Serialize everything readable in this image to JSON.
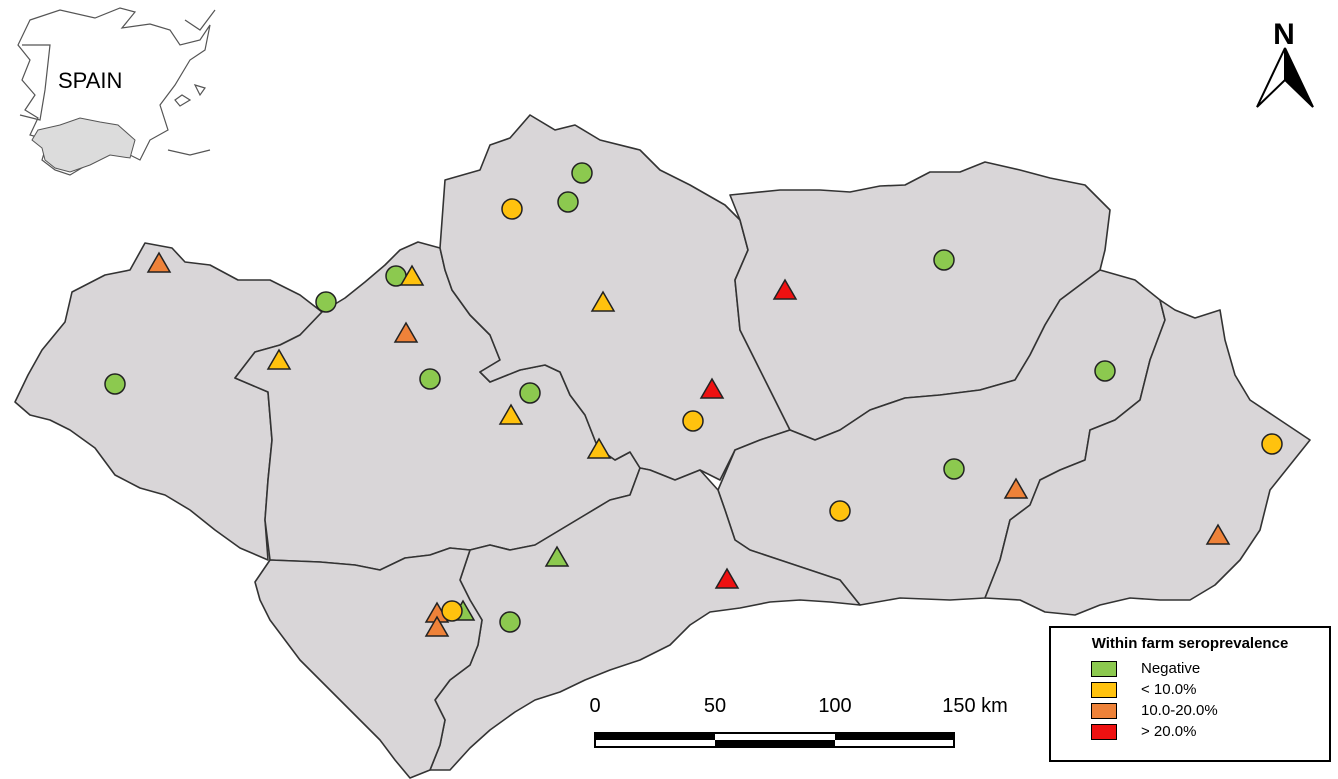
{
  "inset": {
    "label": "SPAIN"
  },
  "north_arrow": {
    "label": "N"
  },
  "scale_bar": {
    "ticks": [
      "0",
      "50",
      "100",
      "150 km"
    ]
  },
  "legend": {
    "title": "Within farm seroprevalence",
    "items": [
      {
        "label": "Negative",
        "color": "#8cc94f"
      },
      {
        "label": "< 10.0%",
        "color": "#ffc20e"
      },
      {
        "label": "10.0-20.0%",
        "color": "#ee8239"
      },
      {
        "label": "> 20.0%",
        "color": "#ee1111"
      }
    ]
  },
  "map_colors": {
    "land": "#d9d6d8",
    "border": "#333333",
    "inset_highlight": "#dcdcdc"
  }
}
